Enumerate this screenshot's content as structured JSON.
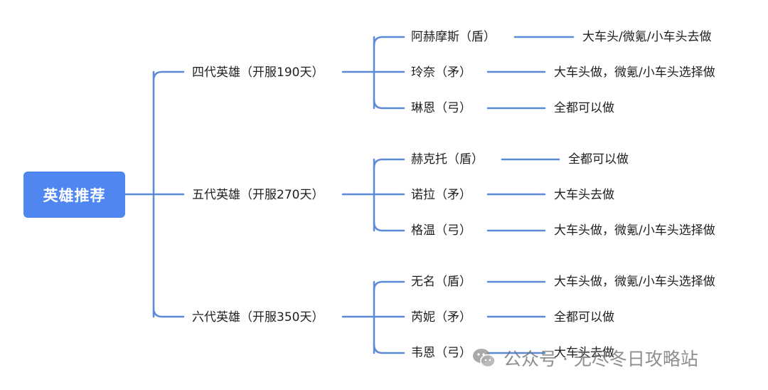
{
  "colors": {
    "node_fill": "#4f86f0",
    "link": "#5b8ad6",
    "text": "#1f1f1f"
  },
  "root": {
    "label": "英雄推荐"
  },
  "branches": [
    {
      "label": "四代英雄（开服190天）",
      "heroes": [
        {
          "name": "阿赫摩斯（盾）",
          "advice": "大车头/微氪/小车头去做"
        },
        {
          "name": "玲奈（矛）",
          "advice": "大车头做，微氪/小车头选择做"
        },
        {
          "name": "琳恩（弓）",
          "advice": "全都可以做"
        }
      ]
    },
    {
      "label": "五代英雄（开服270天）",
      "heroes": [
        {
          "name": "赫克托（盾）",
          "advice": "全都可以做"
        },
        {
          "name": "诺拉（矛）",
          "advice": "大车头去做"
        },
        {
          "name": "格温（弓）",
          "advice": "大车头做，微氪/小车头选择做"
        }
      ]
    },
    {
      "label": "六代英雄（开服350天）",
      "heroes": [
        {
          "name": "无名（盾）",
          "advice": "大车头做，微氪/小车头选择做"
        },
        {
          "name": "芮妮（矛）",
          "advice": "全都可以做"
        },
        {
          "name": "韦恩（弓）",
          "advice": "大车头去做"
        }
      ]
    }
  ],
  "watermark": {
    "icon": "wechat-icon",
    "text": "公众号 · 无尽冬日攻略站"
  }
}
